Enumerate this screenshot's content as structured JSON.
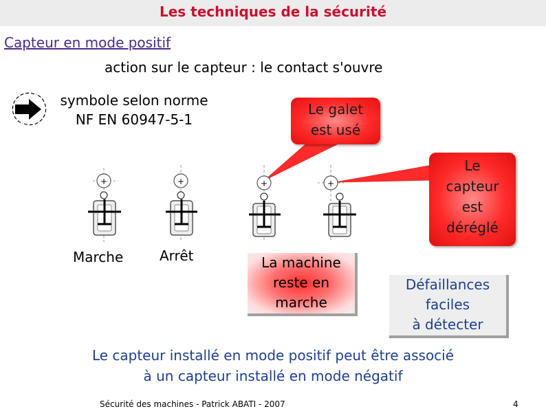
{
  "header": {
    "title": "Les techniques de la sécurité"
  },
  "subtitle": "Capteur en mode positif",
  "action": "action sur le capteur : le contact s'ouvre",
  "symbol": {
    "line1": "symbole selon norme",
    "line2": "NF EN 60947-5-1",
    "icon": "positive-mode-arrow-icon"
  },
  "switches": {
    "labels": [
      "Marche",
      "Arrêt"
    ],
    "sign": "+"
  },
  "callouts": {
    "galet": [
      "Le galet",
      "est usé"
    ],
    "capteur": [
      "Le",
      "capteur",
      "est",
      "déréglé"
    ]
  },
  "outcomes": {
    "machine": [
      "La machine",
      "reste en",
      "marche"
    ],
    "defaillances": [
      "Défaillances",
      "faciles",
      "à détecter"
    ]
  },
  "conclusion": [
    "Le capteur installé en mode positif peut être associé",
    "à un capteur installé en mode négatif"
  ],
  "footer": {
    "text": "Sécurité des machines - Patrick ABATI - 2007",
    "page": "4"
  },
  "colors": {
    "title": "#c8102e",
    "blue_text": "#1d3f8f",
    "callout_red": "#ff2a2a",
    "link_purple": "#4a2a8a"
  }
}
